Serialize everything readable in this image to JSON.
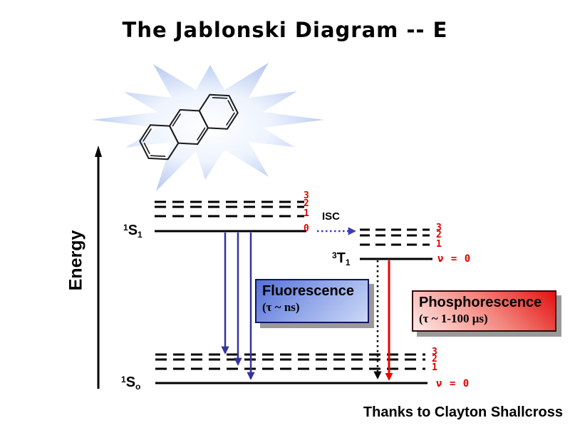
{
  "title": "The Jablonski Diagram -- E",
  "credit": "Thanks to Clayton Shallcross",
  "axis": {
    "label": "Energy"
  },
  "isc": {
    "label": "ISC"
  },
  "states": {
    "s1": {
      "sup": "1",
      "base": "S",
      "sub": "1",
      "vib": [
        "3",
        "2",
        "1",
        "0"
      ]
    },
    "t1": {
      "sup": "3",
      "base": "T",
      "sub": "1",
      "vib": [
        "3",
        "2",
        "1"
      ],
      "v0": "ν = 0"
    },
    "s0": {
      "sup": "1",
      "base": "S",
      "sub": "o",
      "vib": [
        "3",
        "2",
        "1"
      ],
      "v0": "ν = 0"
    }
  },
  "captions": {
    "fluorescence_title": "Fluorescence",
    "fluorescence_tau": "(τ ~ ns)",
    "phosphorescence_title": "Phosphorescence",
    "phosphorescence_tau": "(τ ~ 1-100 μs)"
  },
  "molecule": {
    "name": "anthracene"
  },
  "colors": {
    "level_line": "#000000",
    "vib_label_red": "#e00000",
    "fluorescence_arrow_blue": "#34349e",
    "isc_arrow_blue": "#3b3bc0",
    "phosphorescence_arrow_red": "#ee0000",
    "starburst_blue": "#a9bfee",
    "fluorescence_box_border": "#14145e",
    "phosphorescence_box_border": "#3a0505",
    "shadow_gray": "#999999"
  }
}
